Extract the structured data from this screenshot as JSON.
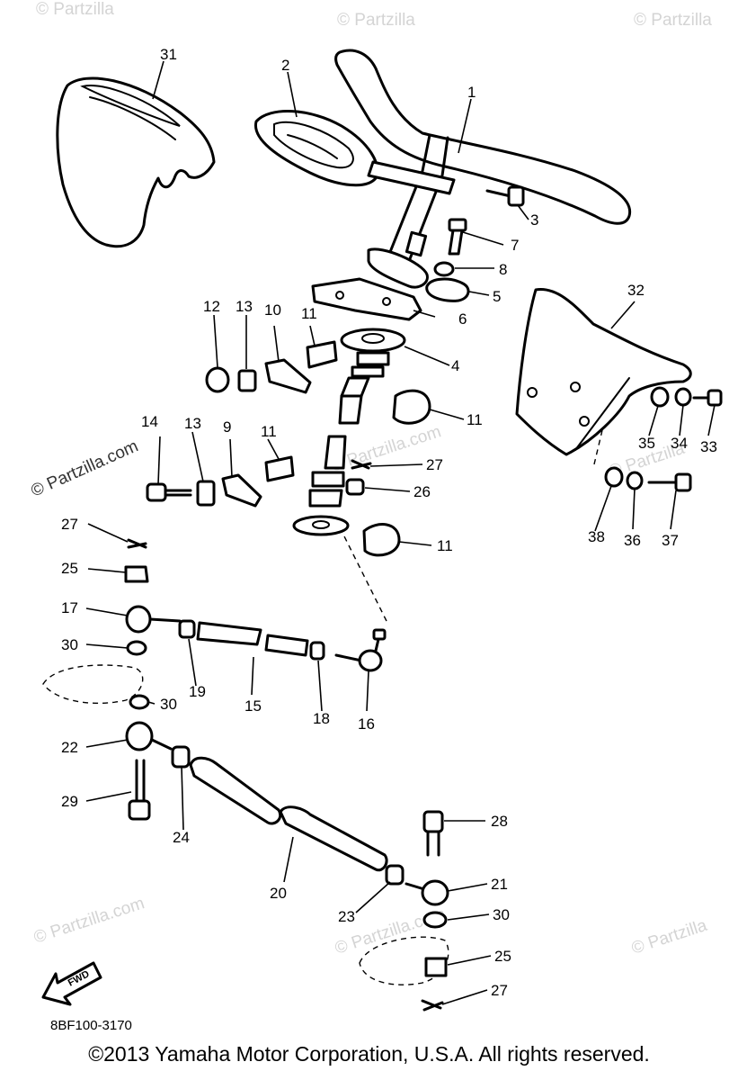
{
  "watermarks": {
    "main": "© Partzilla.com",
    "faint": "© Partzilla"
  },
  "callouts": {
    "c1": "1",
    "c2": "2",
    "c3": "3",
    "c4": "4",
    "c5": "5",
    "c6": "6",
    "c7": "7",
    "c8": "8",
    "c9": "9",
    "c10": "10",
    "c11a": "11",
    "c11b": "11",
    "c11c": "11",
    "c11d": "11",
    "c12": "12",
    "c13a": "13",
    "c13b": "13",
    "c14": "14",
    "c15": "15",
    "c16": "16",
    "c17": "17",
    "c18": "18",
    "c19": "19",
    "c20": "20",
    "c21": "21",
    "c22": "22",
    "c23": "23",
    "c24": "24",
    "c25a": "25",
    "c25b": "25",
    "c26": "26",
    "c27a": "27",
    "c27b": "27",
    "c27c": "27",
    "c28": "28",
    "c29": "29",
    "c30a": "30",
    "c30b": "30",
    "c30c": "30",
    "c31": "31",
    "c32": "32",
    "c33": "33",
    "c34": "34",
    "c35": "35",
    "c36": "36",
    "c37": "37",
    "c38": "38"
  },
  "fwd_label": "FWD",
  "diagram_code": "8BF100-3170",
  "copyright": "©2013 Yamaha Motor Corporation, U.S.A. All rights reserved."
}
